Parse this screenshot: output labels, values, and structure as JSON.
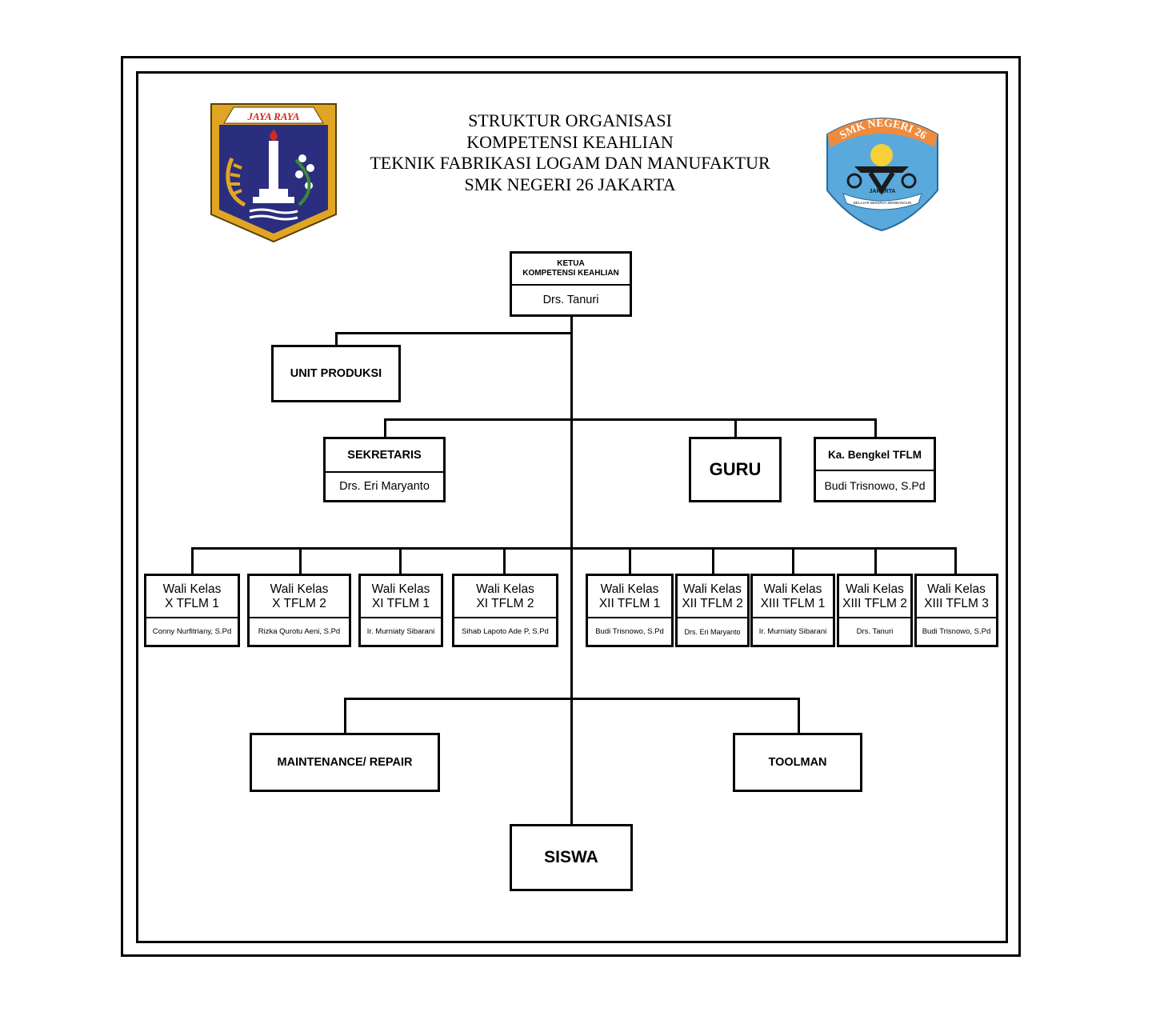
{
  "title": {
    "line1": "STRUKTUR ORGANISASI",
    "line2": "KOMPETENSI KEAHLIAN",
    "line3": "TEKNIK FABRIKASI LOGAM DAN MANUFAKTUR",
    "line4": "SMK NEGERI 26 JAKARTA"
  },
  "logos": {
    "left_banner": "JAYA RAYA",
    "right_banner": "SMK NEGERI 26",
    "right_ribbon": "JAKARTA",
    "right_motto": "BELAJAR BEKERJA MEMBANGUN"
  },
  "ketua": {
    "role_line1": "KETUA",
    "role_line2": "KOMPETENSI KEAHLIAN",
    "name": "Drs. Tanuri"
  },
  "unit_produksi": {
    "label": "UNIT PRODUKSI"
  },
  "sekretaris": {
    "role": "SEKRETARIS",
    "name": "Drs. Eri Maryanto"
  },
  "guru": {
    "label": "GURU"
  },
  "ka_bengkel": {
    "role": "Ka. Bengkel TFLM",
    "name": "Budi Trisnowo, S.Pd"
  },
  "wali_kelas": [
    {
      "line1": "Wali Kelas",
      "line2": "X TFLM 1",
      "name": "Conny Nurfitriany, S.Pd"
    },
    {
      "line1": "Wali Kelas",
      "line2": "X TFLM 2",
      "name": "Rizka Qurotu Aeni, S.Pd"
    },
    {
      "line1": "Wali Kelas",
      "line2": "XI TFLM 1",
      "name": "Ir. Murniaty Sibarani"
    },
    {
      "line1": "Wali Kelas",
      "line2": "XI TFLM 2",
      "name": "Sihab Lapoto Ade P, S.Pd"
    },
    {
      "line1": "Wali Kelas",
      "line2": "XII TFLM 1",
      "name": "Budi Trisnowo, S.Pd"
    },
    {
      "line1": "Wali Kelas",
      "line2": "XII TFLM 2",
      "name": "Drs. Eri Maryanto"
    },
    {
      "line1": "Wali Kelas",
      "line2": "XIII TFLM 1",
      "name": "Ir. Murniaty Sibarani"
    },
    {
      "line1": "Wali Kelas",
      "line2": "XIII TFLM 2",
      "name": "Drs. Tanuri"
    },
    {
      "line1": "Wali Kelas",
      "line2": "XIII TFLM 3",
      "name": "Budi Trisnowo, S.Pd"
    }
  ],
  "maintenance": {
    "label": "MAINTENANCE/ REPAIR"
  },
  "toolman": {
    "label": "TOOLMAN"
  },
  "siswa": {
    "label": "SISWA"
  },
  "colors": {
    "jakarta_shield_blue": "#2b2e7e",
    "jakarta_shield_gold": "#e0a623",
    "jakarta_banner_red": "#d42a1e",
    "smk_orange": "#f08a3c",
    "smk_blue": "#5aa9dc"
  }
}
